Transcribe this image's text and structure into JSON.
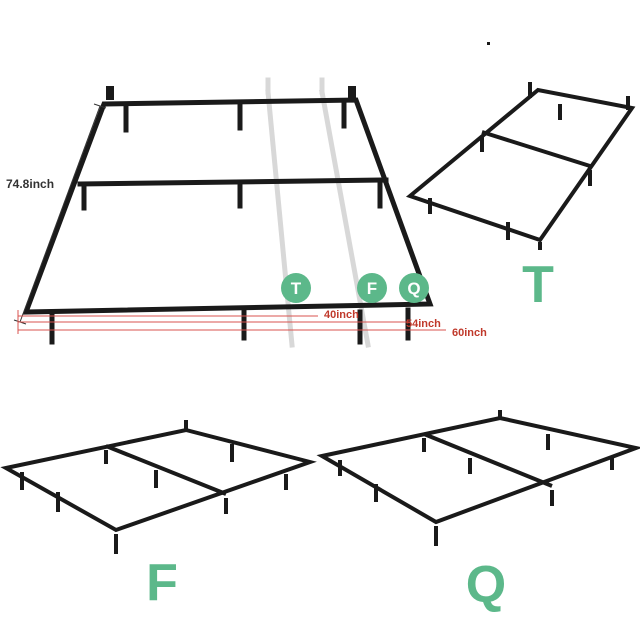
{
  "dimensions": {
    "length": "74.8inch",
    "width_twin": "40inch",
    "width_full": "54inch",
    "width_queen": "60inch"
  },
  "badges": {
    "twin": "T",
    "full": "F",
    "queen": "Q"
  },
  "size_labels": {
    "twin": "T",
    "full": "F",
    "queen": "Q"
  },
  "colors": {
    "accent": "#5cb88a",
    "frame": "#1a1a1a",
    "dimension_line": "#d9534f"
  }
}
